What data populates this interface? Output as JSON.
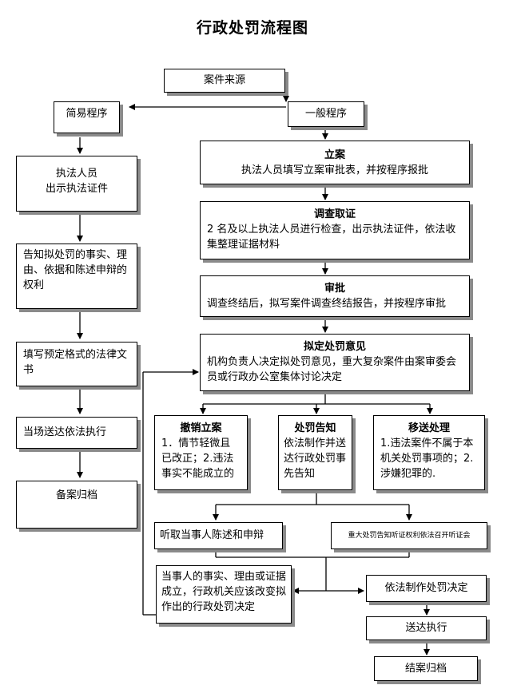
{
  "title": "行政处罚流程图",
  "nodes": {
    "source": "案件来源",
    "simple": "简易程序",
    "general": "一般程序",
    "s1_line1": "执法人员",
    "s1_line2": "出示执法证件",
    "s2": "告知拟处罚的事实、理由、依据和陈述申辩的权利",
    "s3": "填写预定格式的法律文书",
    "s4": "当场送达依法执行",
    "s5": "备案归档",
    "g1_title": "立案",
    "g1_text": "执法人员填写立案审批表，并按程序报批",
    "g2_title": "调查取证",
    "g2_text": "2 名及以上执法人员进行检查，出示执法证件，依法收集整理证据材料",
    "g3_title": "审批",
    "g3_text": "调查终结后，拟写案件调查终结报告，并按程序审批",
    "g4_title": "拟定处罚意见",
    "g4_text": "机构负责人决定拟处罚意见，重大复杂案件由案审委会员或行政办公室集体讨论决定",
    "b1_title": "撤销立案",
    "b1_text": "1．情节轻微且已改正；2.违法事实不能成立的",
    "b2_title": "处罚告知",
    "b2_text": "依法制作并送达行政处罚事先告知",
    "b3_title": "移送处理",
    "b3_text": "1.违法案件不属于本机关处罚事项的；2.涉嫌犯罪的.",
    "hear": "听取当事人陈述和申辩",
    "hearing": "重大处罚告知听证权利依法召开听证会",
    "reconsider": "当事人的事实、理由或证据成立，行政机关应该改变拟作出的行政处罚决定",
    "decision": "依法制作处罚决定",
    "deliver": "送达执行",
    "close": "结案归档"
  }
}
